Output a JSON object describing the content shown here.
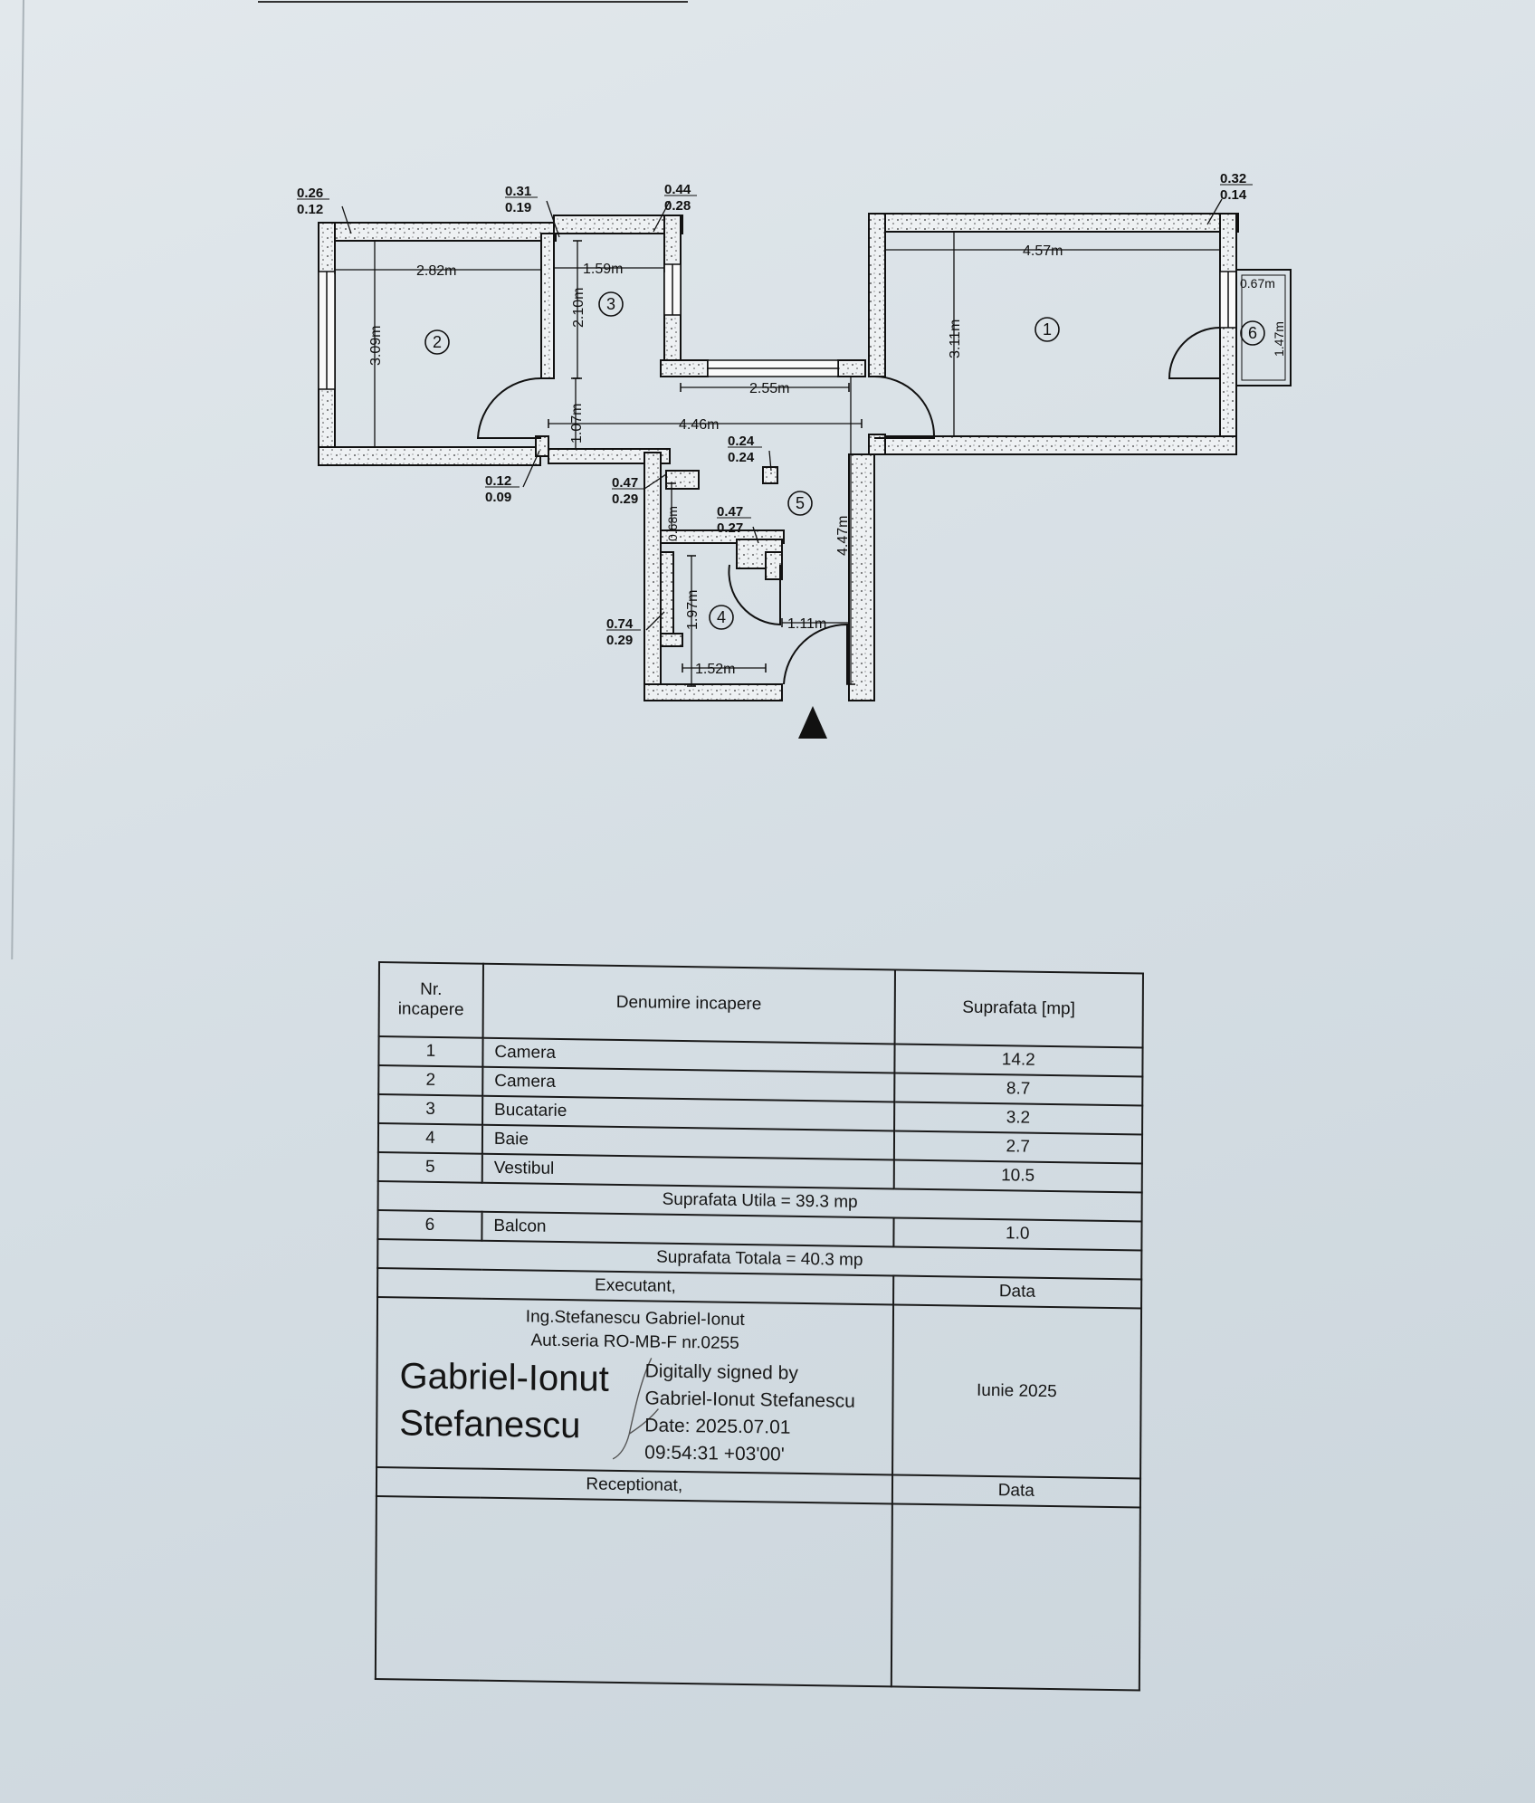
{
  "plan": {
    "dims": {
      "d282": "2.82m",
      "d159": "1.59m",
      "d210": "2.10m",
      "d309": "3.09m",
      "d107": "1.07m",
      "d446": "4.46m",
      "d255": "2.55m",
      "d457": "4.57m",
      "d311": "3.11m",
      "d067": "0.67m",
      "d147": "1.47m",
      "d447": "4.47m",
      "d068": "0.68m",
      "d197": "1.97m",
      "d152": "1.52m",
      "d111": "1.11m"
    },
    "fractions": [
      {
        "top": "0.26",
        "bottom": "0.12"
      },
      {
        "top": "0.31",
        "bottom": "0.19"
      },
      {
        "top": "0.44",
        "bottom": "0.28"
      },
      {
        "top": "0.32",
        "bottom": "0.14"
      },
      {
        "top": "0.12",
        "bottom": "0.09"
      },
      {
        "top": "0.24",
        "bottom": "0.24"
      },
      {
        "top": "0.47",
        "bottom": "0.29"
      },
      {
        "top": "0.47",
        "bottom": "0.27"
      },
      {
        "top": "0.74",
        "bottom": "0.29"
      }
    ],
    "room_numbers": [
      "1",
      "2",
      "3",
      "4",
      "5",
      "6"
    ]
  },
  "table": {
    "header": {
      "nr": "Nr. incapere",
      "name": "Denumire incapere",
      "area": "Suprafata [mp]"
    },
    "rooms": [
      {
        "nr": "1",
        "name": "Camera",
        "area": "14.2"
      },
      {
        "nr": "2",
        "name": "Camera",
        "area": "8.7"
      },
      {
        "nr": "3",
        "name": "Bucatarie",
        "area": "3.2"
      },
      {
        "nr": "4",
        "name": "Baie",
        "area": "2.7"
      },
      {
        "nr": "5",
        "name": "Vestibul",
        "area": "10.5"
      }
    ],
    "util_total": "Suprafata Utila = 39.3 mp",
    "balcony": {
      "nr": "6",
      "name": "Balcon",
      "area": "1.0"
    },
    "total": "Suprafata Totala = 40.3 mp",
    "executant_label": "Executant,",
    "data_label": "Data",
    "engineer": "Ing.Stefanescu Gabriel-Ionut",
    "authorization": "Aut.seria RO-MB-F nr.0255",
    "signature_name_line1": "Gabriel-Ionut",
    "signature_name_line2": "Stefanescu",
    "digital_sign_line1": "Digitally signed by",
    "digital_sign_line2": "Gabriel-Ionut Stefanescu",
    "digital_sign_line3": "Date: 2025.07.01",
    "digital_sign_line4": "09:54:31 +03'00'",
    "date_value": "Iunie 2025",
    "receptionat_label": "Receptionat,",
    "data_label_2": "Data"
  }
}
